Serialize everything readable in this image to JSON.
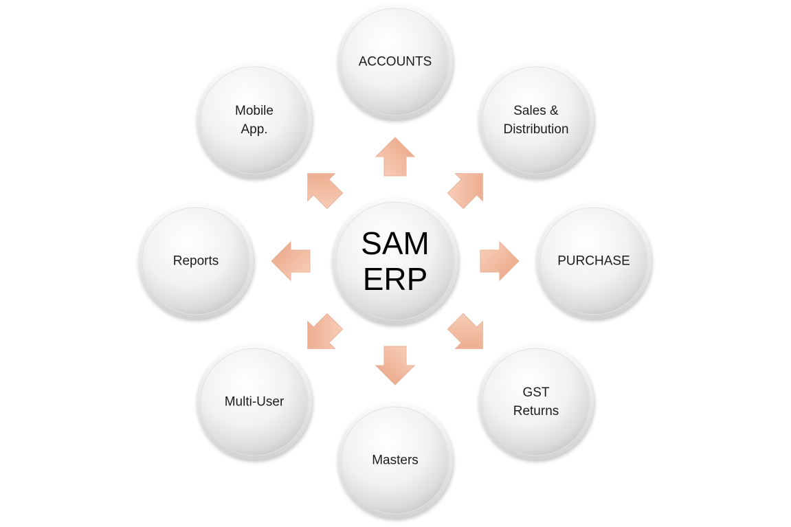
{
  "diagram": {
    "type": "hub-and-spoke",
    "colors": {
      "background": "#ffffff",
      "bubble_fill_light": "#ffffff",
      "bubble_fill_dark": "#c9c9c9",
      "bubble_rim": "#d6d6d6",
      "arrow_fill_light": "#f8c9b1",
      "arrow_fill_dark": "#eca88a",
      "text": "#1b1b1b"
    },
    "center": {
      "name": "sam-erp",
      "lines": [
        "SAM",
        "ERP"
      ]
    },
    "modules": [
      {
        "name": "accounts",
        "lines": [
          "ACCOUNTS"
        ]
      },
      {
        "name": "sales-distribution",
        "lines": [
          "Sales &",
          "Distribution"
        ]
      },
      {
        "name": "purchase",
        "lines": [
          "PURCHASE"
        ]
      },
      {
        "name": "gst-returns",
        "lines": [
          "GST",
          "Returns"
        ]
      },
      {
        "name": "masters",
        "lines": [
          "Masters"
        ]
      },
      {
        "name": "multi-user",
        "lines": [
          "Multi-User"
        ]
      },
      {
        "name": "reports",
        "lines": [
          "Reports"
        ]
      },
      {
        "name": "mobile-app",
        "lines": [
          "Mobile",
          "App."
        ]
      }
    ],
    "arrows": [
      {
        "name": "up",
        "direction": "up"
      },
      {
        "name": "up-right",
        "direction": "up-right"
      },
      {
        "name": "right",
        "direction": "right"
      },
      {
        "name": "down-right",
        "direction": "down-right"
      },
      {
        "name": "down",
        "direction": "down"
      },
      {
        "name": "down-left",
        "direction": "down-left"
      },
      {
        "name": "left",
        "direction": "left"
      },
      {
        "name": "up-left",
        "direction": "up-left"
      }
    ]
  }
}
